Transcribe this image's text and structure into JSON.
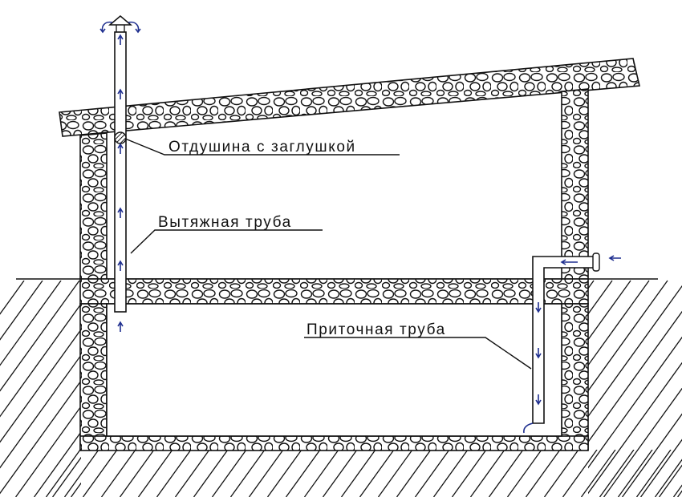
{
  "labels": {
    "vent_plug": "Отдушина с заглушкой",
    "exhaust_pipe": "Вытяжная труба",
    "supply_pipe": "Приточная труба"
  },
  "colors": {
    "line": "#111111",
    "arrow": "#1f2f8f",
    "background": "#ffffff"
  }
}
